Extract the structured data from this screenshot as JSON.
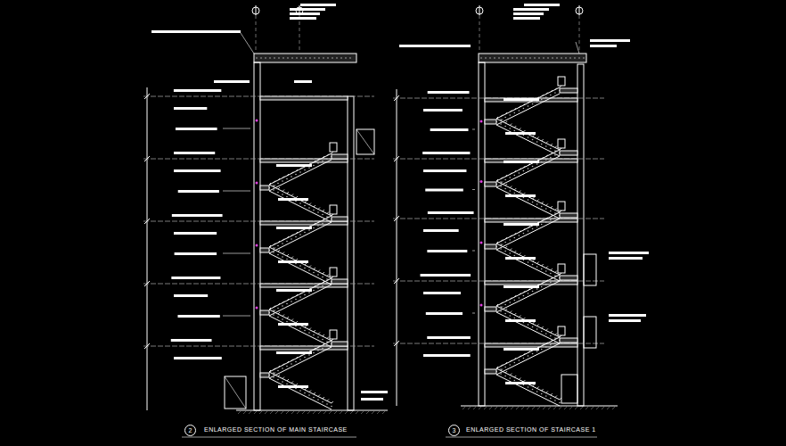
{
  "diagram": {
    "nodes": [
      {
        "text": [
          "2"
        ]
      },
      {
        "text": [
          "3"
        ]
      }
    ],
    "labels": [
      "ENLARGED SECTION OF MAIN STAIRCASE",
      "ENLARGED SECTION OF STAIRCASE 1"
    ]
  }
}
